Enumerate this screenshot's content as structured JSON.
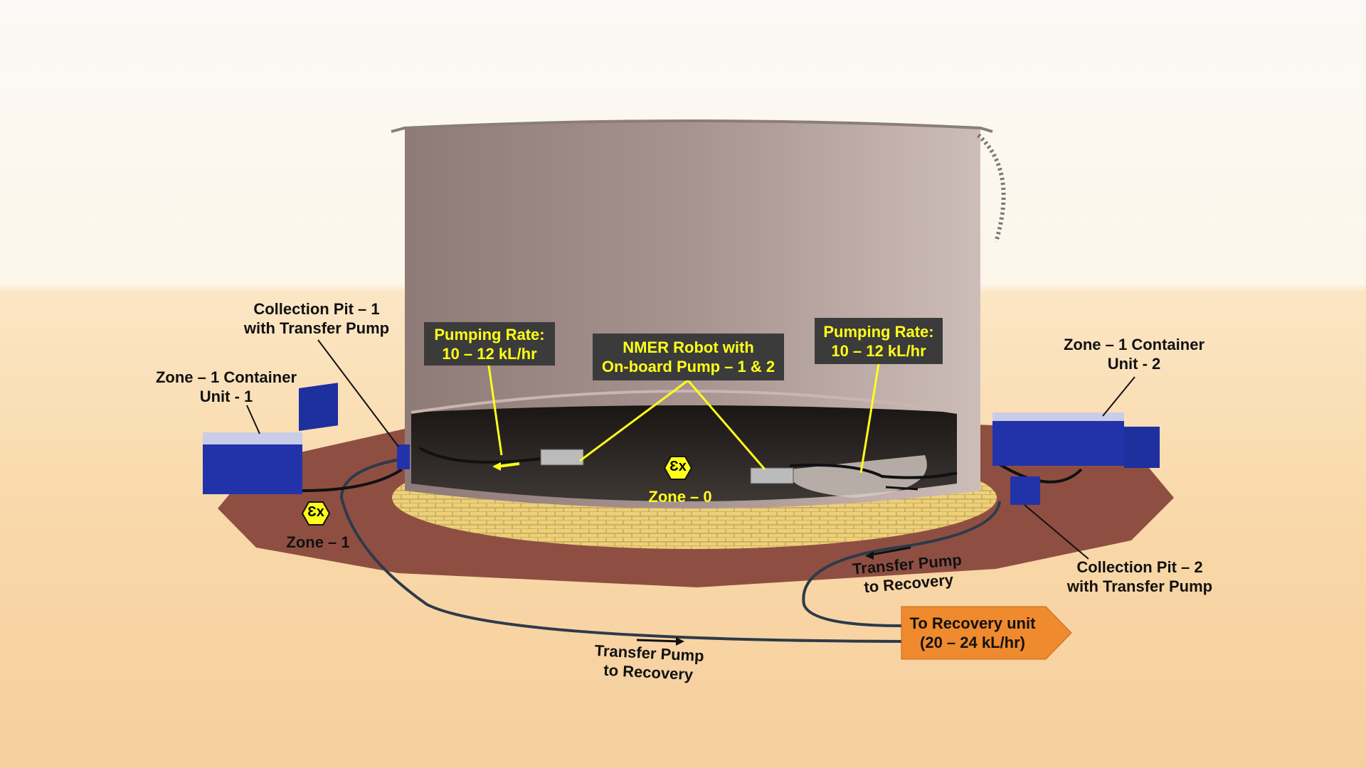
{
  "labels": {
    "collection_pit_1": [
      "Collection Pit – 1",
      "with Transfer Pump"
    ],
    "container_unit_1": [
      "Zone – 1 Container",
      "Unit - 1"
    ],
    "pumping_rate_left": [
      "Pumping Rate:",
      "10 – 12 kL/hr"
    ],
    "nmer_robot": [
      "NMER Robot with",
      "On-board Pump – 1 & 2"
    ],
    "pumping_rate_right": [
      "Pumping Rate:",
      "10 – 12 kL/hr"
    ],
    "container_unit_2": [
      "Zone – 1 Container",
      "Unit - 2"
    ],
    "zone_1": "Zone – 1",
    "zone_0": "Zone – 0",
    "ex_symbol": "Ɛx",
    "transfer_pump_right": [
      "Transfer Pump",
      "to Recovery"
    ],
    "collection_pit_2": [
      "Collection Pit – 2",
      "with Transfer Pump"
    ],
    "recovery_unit": [
      "To Recovery unit",
      "(20 – 24 kL/hr)"
    ],
    "transfer_pump_bottom": [
      "Transfer Pump",
      "to Recovery"
    ]
  },
  "colors": {
    "label_box": "#3b3b3b",
    "label_text": "#ffff1a",
    "pad": "#8e4f42",
    "ring": "#e8c66a",
    "recovery_arrow": "#f08a2e",
    "container": "#2233aa"
  }
}
